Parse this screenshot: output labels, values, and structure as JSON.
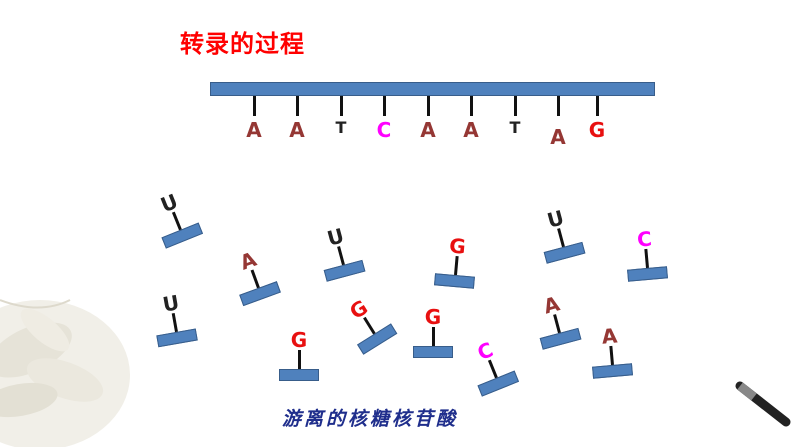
{
  "title": "转录的过程",
  "caption": "游离的核糖核苷酸",
  "colors": {
    "A": "#953734",
    "T": "#222222",
    "C": "#ff00ff",
    "G": "#e81010",
    "U": "#222222"
  },
  "dna_strand": [
    "A",
    "A",
    "T",
    "C",
    "A",
    "A",
    "T",
    "A",
    "G"
  ],
  "free_nucleotides": [
    "U",
    "A",
    "U",
    "G",
    "U",
    "C",
    "U",
    "A",
    "G",
    "C",
    "G",
    "A",
    "G"
  ]
}
